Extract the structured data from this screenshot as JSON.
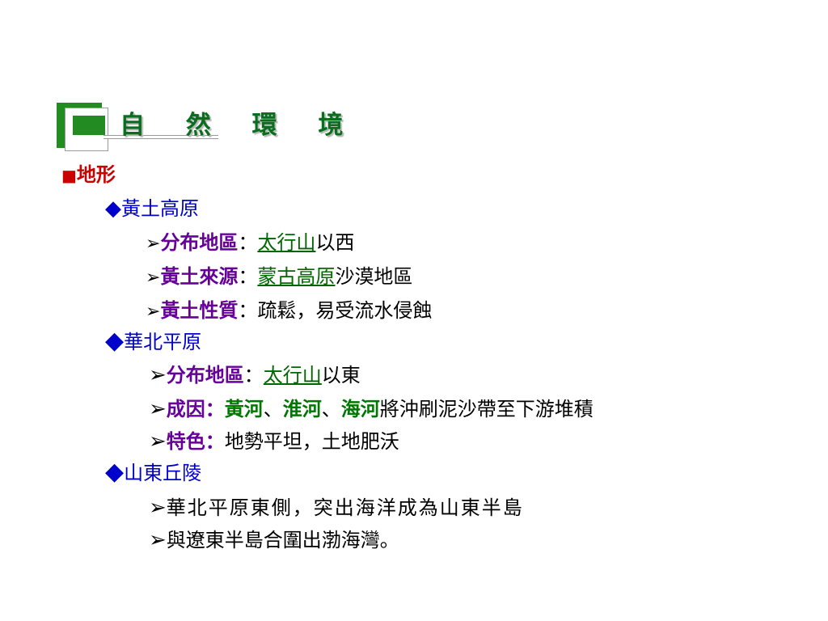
{
  "title": "自 然 環 境",
  "section": {
    "bullet": "■",
    "label": "地形"
  },
  "glyphs": {
    "diamond": "◆",
    "arrow": "➢"
  },
  "subsections": [
    {
      "label": "黃土高原",
      "items": [
        {
          "key": "分布地區",
          "colon": "：",
          "link": "太行山",
          "rest": "以西"
        },
        {
          "key": "黃土來源",
          "colon": "：",
          "link": "蒙古高原",
          "rest": "沙漠地區"
        },
        {
          "key": "黃土性質",
          "colon": "：",
          "rest": "疏鬆，易受流水侵蝕"
        }
      ]
    },
    {
      "label": "華北平原",
      "items": [
        {
          "key": "分布地區",
          "colon": "：",
          "link": "太行山",
          "rest": "以東"
        },
        {
          "key": "成因",
          "colon": "：",
          "rivers": [
            "黃河",
            "淮河",
            "海河"
          ],
          "sep": "、",
          "rest": "將沖刷泥沙帶至下游堆積"
        },
        {
          "key": "特色",
          "colon": "：",
          "rest": "地勢平坦，土地肥沃"
        }
      ]
    },
    {
      "label": "山東丘陵",
      "items": [
        {
          "text": "華北平原東側，突出海洋成為山東半島"
        },
        {
          "text": "與遼東半島合圍出渤海灣。"
        }
      ]
    }
  ]
}
